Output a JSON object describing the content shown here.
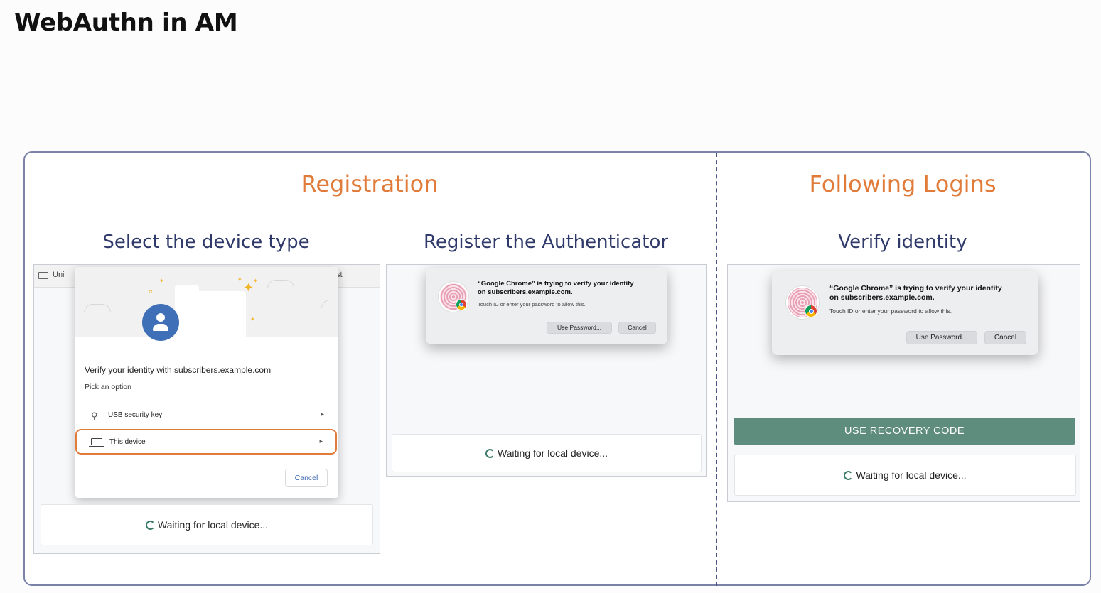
{
  "page": {
    "title": "WebAuthn in AM"
  },
  "sections": {
    "registration": "Registration",
    "following": "Following Logins"
  },
  "steps": {
    "select": "Select the device type",
    "register": "Register the Authenticator",
    "verify": "Verify identity"
  },
  "panel1": {
    "strip_left": "Uni",
    "strip_right": "st",
    "chooser_title": "Verify your identity with subscribers.example.com",
    "chooser_sub": "Pick an option",
    "option_usb": "USB security key",
    "option_device": "This device",
    "cancel": "Cancel",
    "waiting": "Waiting for local device..."
  },
  "touch_dialog": {
    "title_line1": "“Google Chrome” is trying to verify your identity",
    "title_line2": "on subscribers.example.com.",
    "subtitle": "Touch ID or enter your password to allow this.",
    "use_password": "Use Password...",
    "cancel": "Cancel"
  },
  "panel2": {
    "waiting": "Waiting for local device..."
  },
  "panel3": {
    "recovery": "USE RECOVERY CODE",
    "waiting": "Waiting for local device..."
  },
  "colors": {
    "accent_orange": "#e07b39",
    "heading_navy": "#2f3a6b",
    "frame_border": "#7a82a8",
    "recovery_green": "#5e8c7d",
    "selection_border": "#e07b39"
  }
}
